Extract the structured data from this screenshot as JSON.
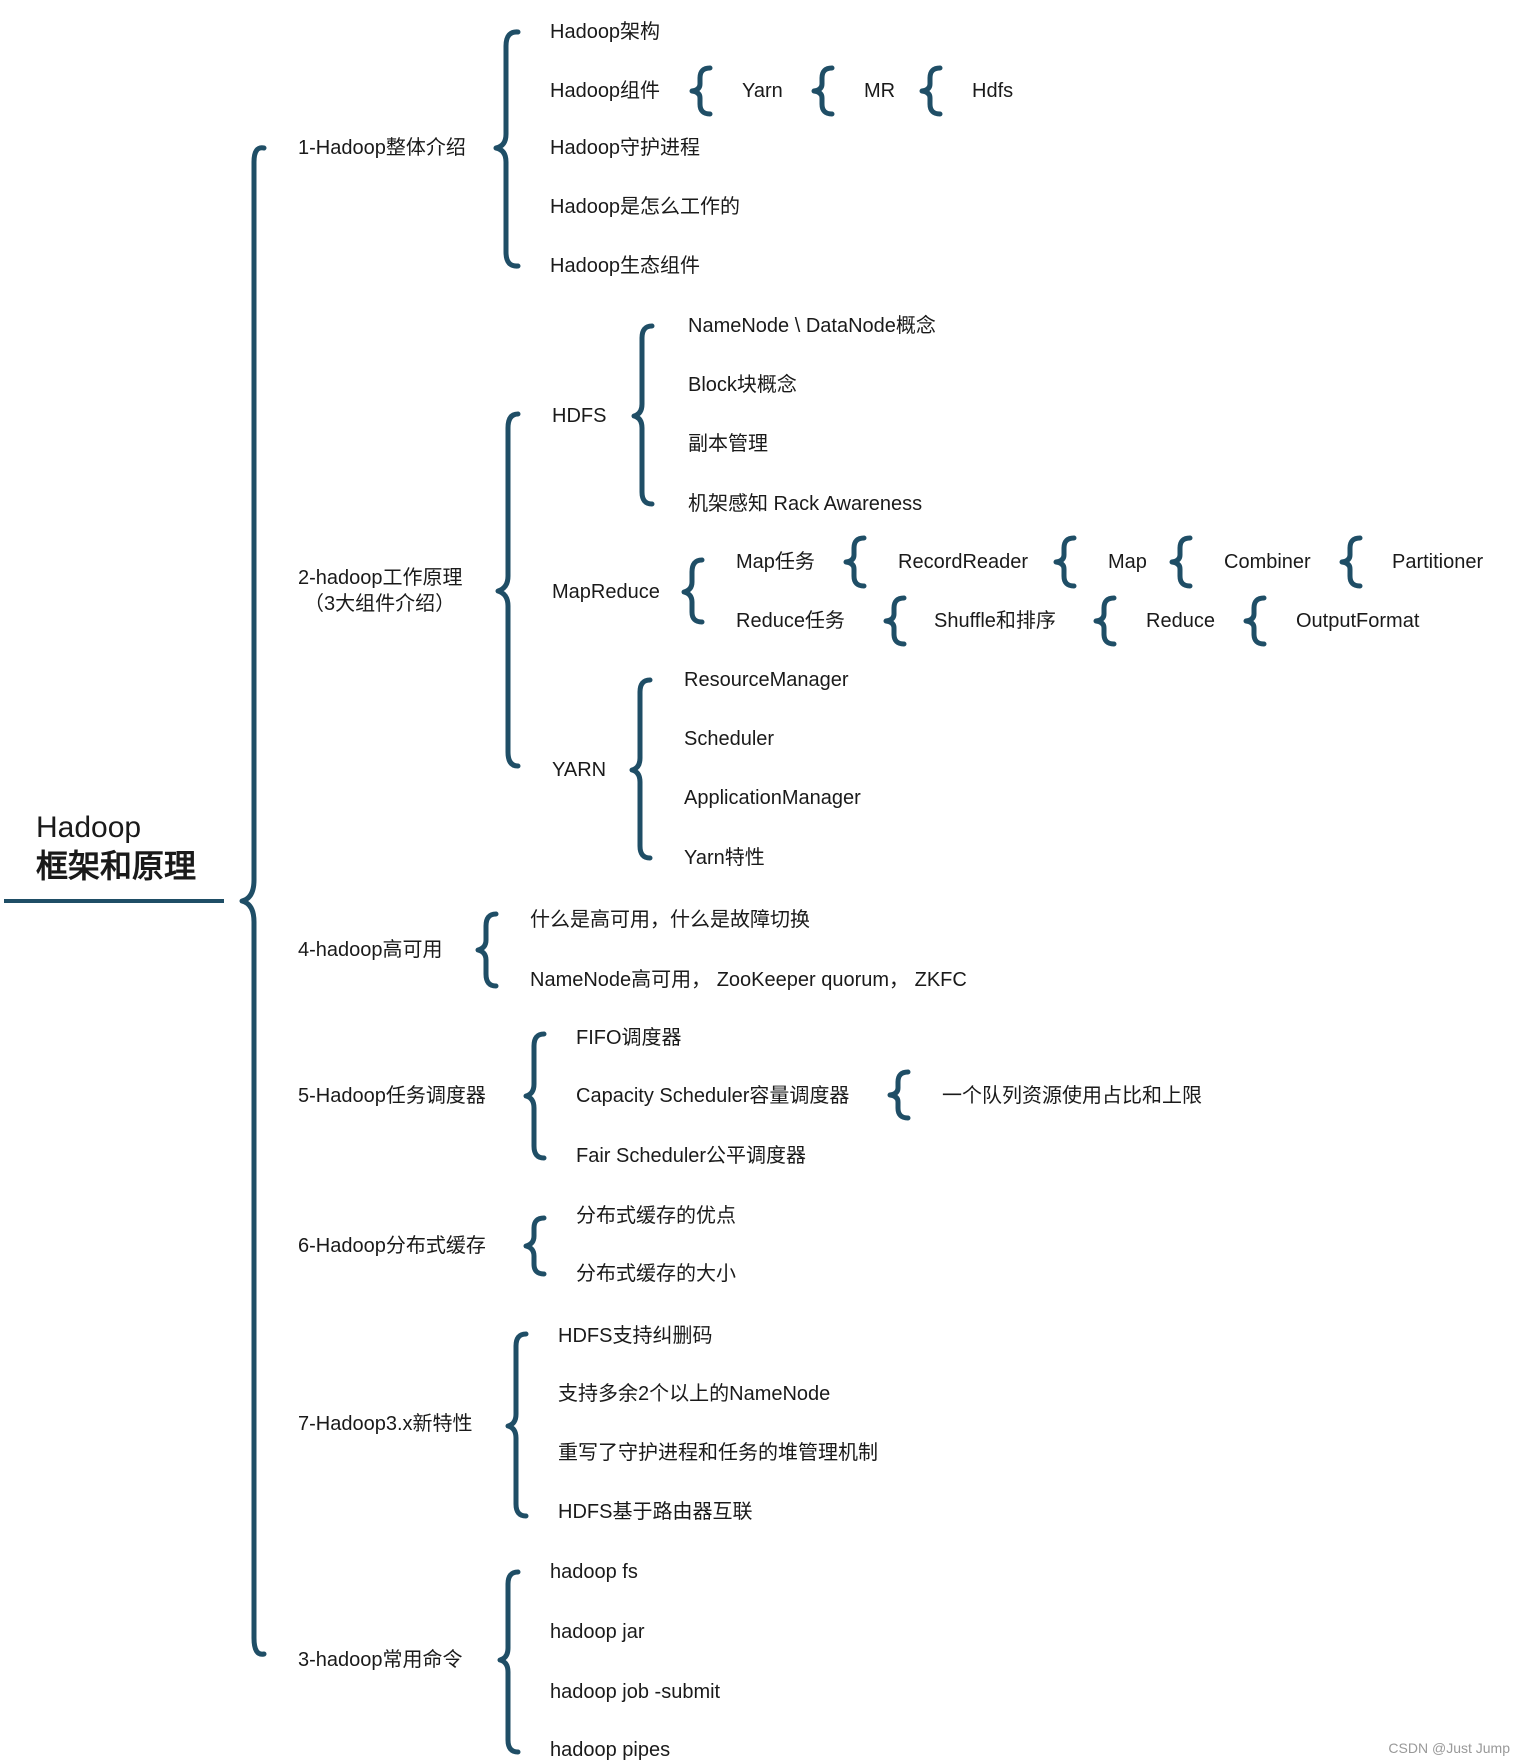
{
  "root": {
    "title_line1": "Hadoop",
    "title_line2": "框架和原理"
  },
  "theme": {
    "line_color": "#1f4e66",
    "text_color": "#1a1a1a"
  },
  "sections": {
    "s1": {
      "label": "1-Hadoop整体介绍",
      "items": [
        "Hadoop架构",
        "Hadoop组件",
        "Hadoop守护进程",
        "Hadoop是怎么工作的",
        "Hadoop生态组件"
      ],
      "components_chain": [
        "Yarn",
        "MR",
        "Hdfs"
      ]
    },
    "s2": {
      "label_line1": "2-hadoop工作原理",
      "label_line2": "（3大组件介绍）",
      "hdfs": {
        "label": "HDFS",
        "items": [
          "NameNode \\ DataNode概念",
          "Block块概念",
          "副本管理",
          "机架感知 Rack Awareness"
        ]
      },
      "mapreduce": {
        "label": "MapReduce",
        "map_task": {
          "label": "Map任务",
          "chain": [
            "RecordReader",
            "Map",
            "Combiner",
            "Partitioner"
          ]
        },
        "reduce_task": {
          "label": "Reduce任务",
          "chain": [
            "Shuffle和排序",
            "Reduce",
            "OutputFormat"
          ]
        }
      },
      "yarn": {
        "label": "YARN",
        "items": [
          "ResourceManager",
          "Scheduler",
          "ApplicationManager",
          "Yarn特性"
        ]
      }
    },
    "s4": {
      "label": "4-hadoop高可用",
      "items": [
        "什么是高可用，什么是故障切换",
        "NameNode高可用， ZooKeeper quorum， ZKFC"
      ]
    },
    "s5": {
      "label": "5-Hadoop任务调度器",
      "items": [
        "FIFO调度器",
        "Capacity Scheduler容量调度器",
        "Fair Scheduler公平调度器"
      ],
      "capacity_note": "一个队列资源使用占比和上限"
    },
    "s6": {
      "label": "6-Hadoop分布式缓存",
      "items": [
        "分布式缓存的优点",
        "分布式缓存的大小"
      ]
    },
    "s7": {
      "label": "7-Hadoop3.x新特性",
      "items": [
        "HDFS支持纠删码",
        "支持多余2个以上的NameNode",
        "重写了守护进程和任务的堆管理机制",
        "HDFS基于路由器互联"
      ]
    },
    "s3": {
      "label": "3-hadoop常用命令",
      "items": [
        "hadoop fs",
        "hadoop jar",
        "hadoop job -submit",
        "hadoop pipes"
      ]
    }
  },
  "watermark": "CSDN @Just Jump"
}
